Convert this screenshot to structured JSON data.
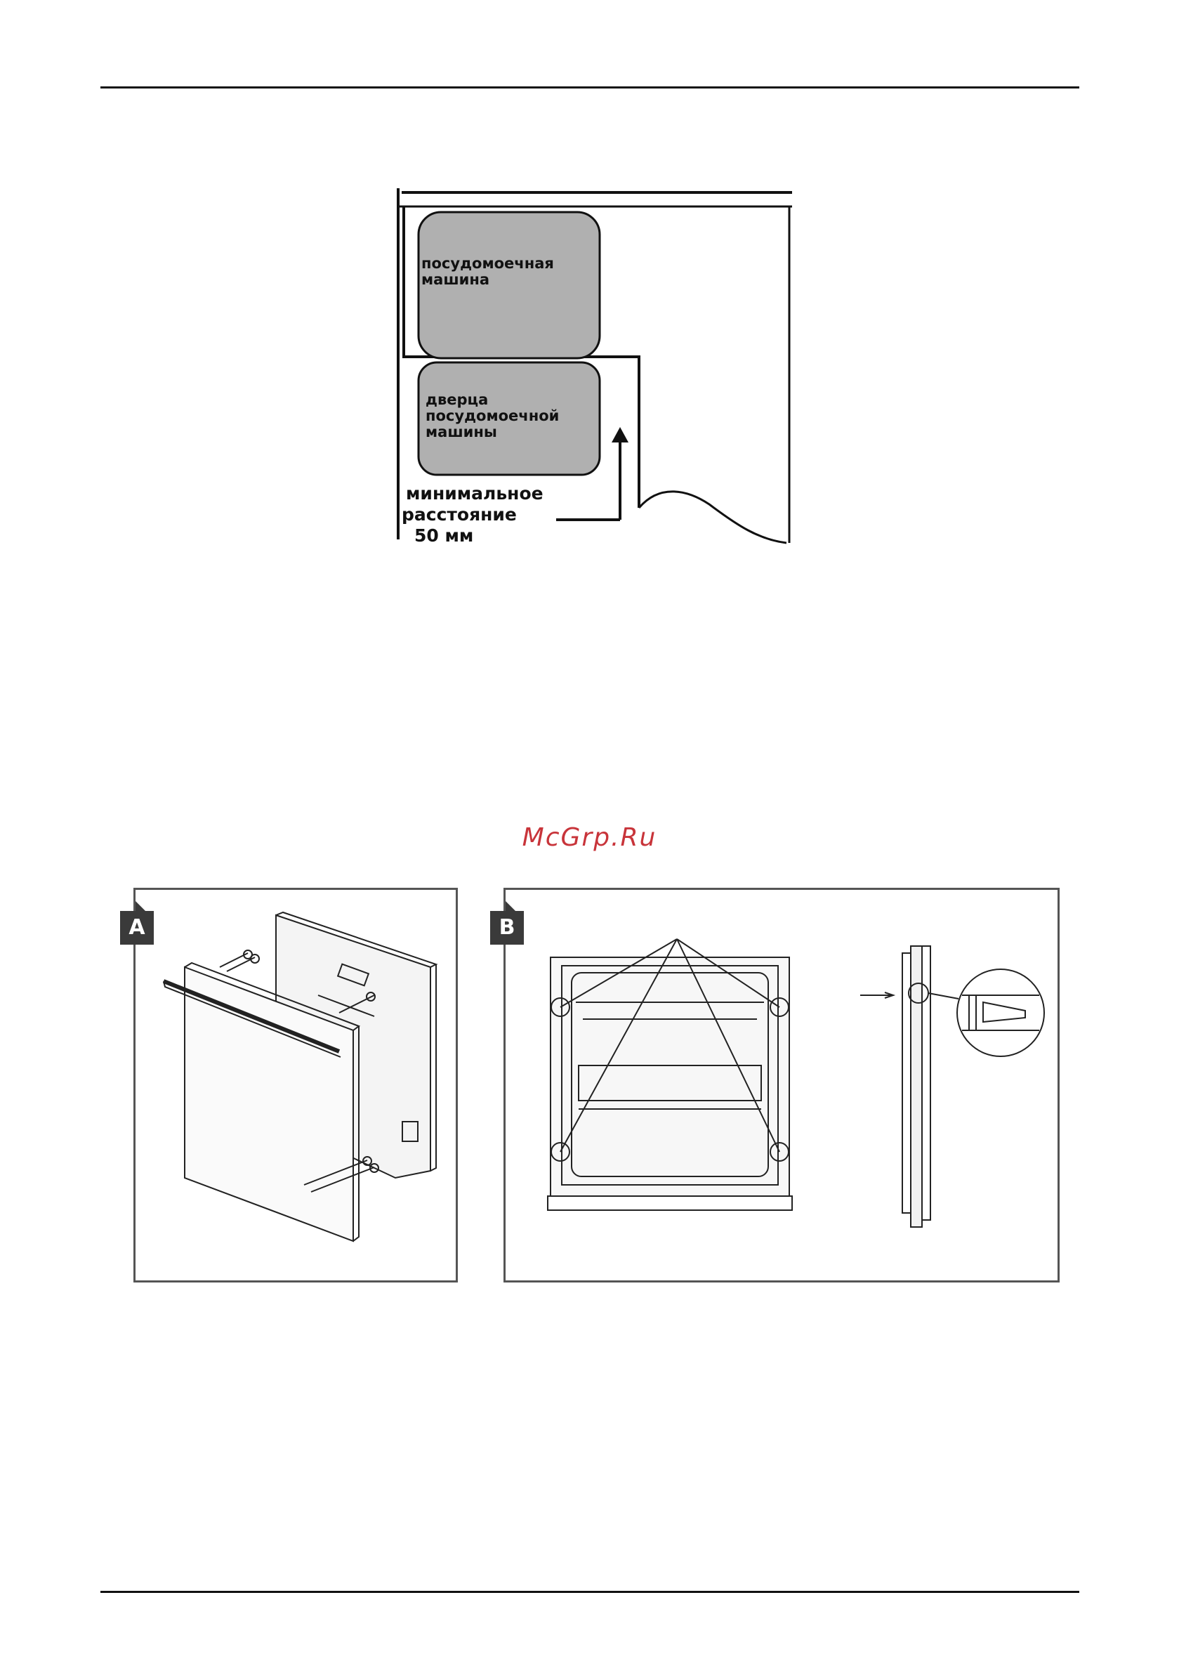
{
  "diagram": {
    "dishwasher_label": "посудомоечная\nмашина",
    "door_label": "дверца\nпосудомоечной\nмашины",
    "distance_label_line1": "минимальное",
    "distance_label_line2": "расстояние",
    "distance_value": "50 мм",
    "box_fill": "#b0b0b0"
  },
  "watermark": {
    "text": "McGrp.Ru",
    "color": "#c8343a"
  },
  "figures": {
    "panel_a": {
      "tag": "A"
    },
    "panel_b": {
      "tag": "B"
    }
  }
}
